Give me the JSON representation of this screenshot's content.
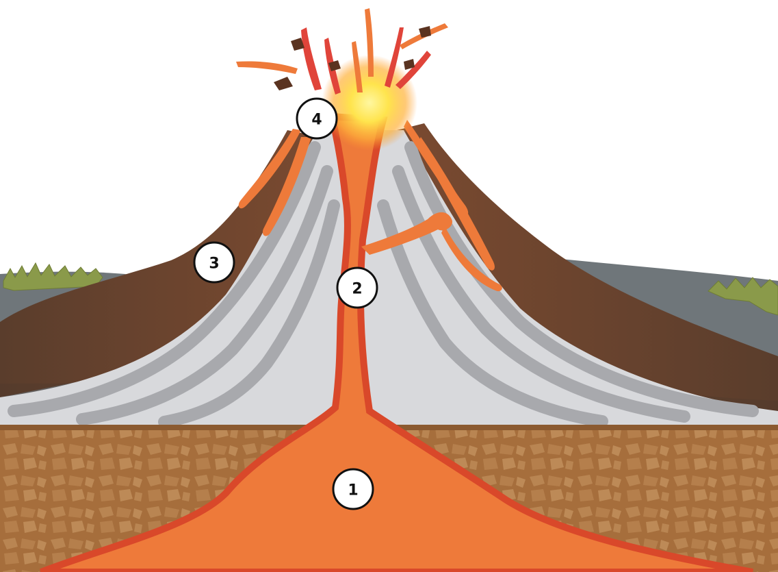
{
  "diagram": {
    "markers": [
      {
        "id": "magma-chamber",
        "label": "1"
      },
      {
        "id": "main-vent",
        "label": "2"
      },
      {
        "id": "lava-flow",
        "label": "3"
      },
      {
        "id": "crater",
        "label": "4"
      }
    ]
  },
  "colors": {
    "sky": "#ffffff",
    "magma": "#ee7a3a",
    "magma_edge": "#d9482a",
    "bedrock": "#a66e3c",
    "bedrock_stone": "#b98552",
    "ash_light": "#d8d9dc",
    "ash_dark": "#a8a9ad",
    "old_lava": "#6b4530",
    "ground_gray": "#6f767a",
    "grass": "#8a9a4a",
    "eruption_glow": "#ffe44d"
  },
  "icons": {
    "eruption": "eruption-burst-icon",
    "grass": "grass-tuft-icon"
  }
}
